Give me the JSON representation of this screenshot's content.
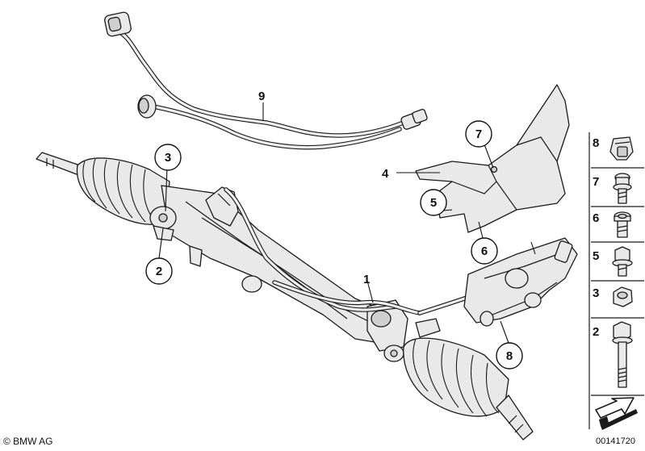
{
  "callouts": {
    "c1": "1",
    "c2": "2",
    "c3": "3",
    "c4": "4",
    "c5": "5",
    "c6": "6",
    "c7": "7",
    "c8": "8",
    "c9": "9"
  },
  "side_parts": [
    {
      "label": "8",
      "icon": "clip-nut-icon"
    },
    {
      "label": "7",
      "icon": "flange-bolt-icon"
    },
    {
      "label": "6",
      "icon": "collar-bolt-icon"
    },
    {
      "label": "5",
      "icon": "hex-bolt-icon"
    },
    {
      "label": "3",
      "icon": "hex-nut-icon"
    },
    {
      "label": "2",
      "icon": "long-bolt-icon"
    }
  ],
  "footer": {
    "copyright": "© BMW AG",
    "diagram_number": "00141720"
  },
  "icons": {
    "orientation_arrow": "direction-arrow-icon"
  },
  "colors": {
    "line": "#1a1a1a",
    "fill": "#e9e9e9",
    "background": "#ffffff"
  }
}
